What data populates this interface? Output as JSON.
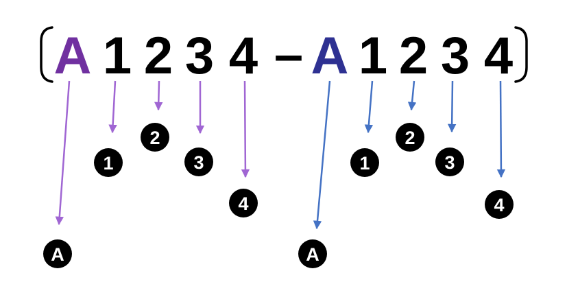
{
  "sequence": {
    "left_bracket": "(",
    "right_bracket": ")",
    "dash": "–",
    "group1": [
      "A",
      "1",
      "2",
      "3",
      "4"
    ],
    "group2": [
      "A",
      "1",
      "2",
      "3",
      "4"
    ]
  },
  "colors": {
    "text": "#000000",
    "group1_letter": "#7030a0",
    "group2_letter": "#2e3192",
    "group1_arrow": "#a066d3",
    "group2_arrow": "#4472c4",
    "circle_fill": "#000000",
    "circle_text": "#ffffff"
  },
  "markers": {
    "group1": [
      "A",
      "1",
      "2",
      "3",
      "4"
    ],
    "group2": [
      "A",
      "1",
      "2",
      "3",
      "4"
    ]
  }
}
